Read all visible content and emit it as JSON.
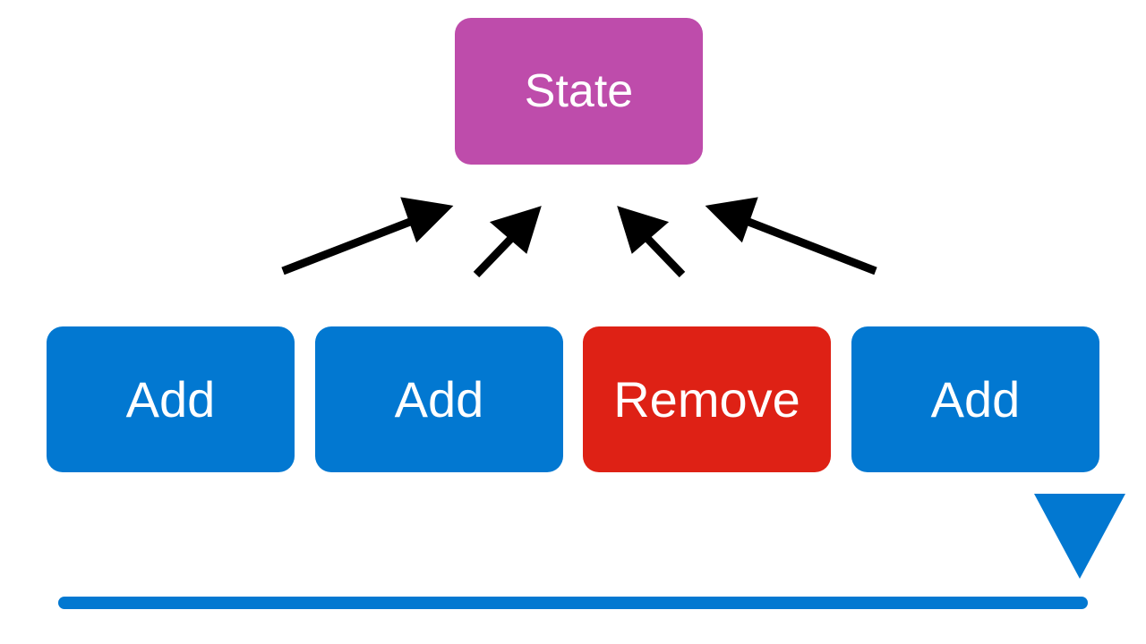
{
  "state": {
    "label": "State",
    "color": "#BE4CAB"
  },
  "actions": [
    {
      "label": "Add",
      "color": "#0278D1"
    },
    {
      "label": "Add",
      "color": "#0278D1"
    },
    {
      "label": "Remove",
      "color": "#DE2115"
    },
    {
      "label": "Add",
      "color": "#0278D1"
    }
  ],
  "arrow_color": "#000000",
  "timeline": {
    "color": "#0278D1",
    "marker_icon": "triangle-down-icon"
  }
}
